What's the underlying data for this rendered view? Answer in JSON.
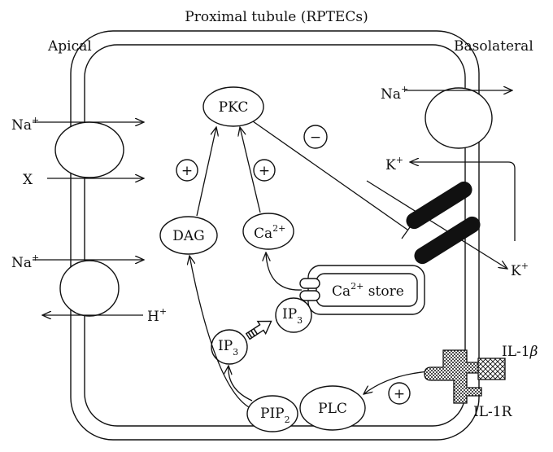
{
  "title": "Proximal tubule (RPTECs)",
  "sides": {
    "apical": "Apical",
    "basolateral": "Basolateral"
  },
  "transporters": {
    "na_top": "Na",
    "na_top_sup": "+",
    "x": "X",
    "na_bottom": "Na",
    "na_bottom_sup": "+",
    "h": "H",
    "h_sup": "+",
    "na_baso": "Na",
    "na_baso_sup": "+",
    "k_out": "K",
    "k_out_sup": "+",
    "k_in": "K",
    "k_in_sup": "+"
  },
  "nodes": {
    "pkc": "PKC",
    "dag": "DAG",
    "ca": "Ca",
    "ca_sup": "2+",
    "ca_store": "Ca",
    "ca_store_sup": "2+",
    "ca_store_suffix": " store",
    "ip3_a": "IP",
    "ip3_a_sub": "3",
    "ip3_b": "IP",
    "ip3_b_sub": "3",
    "pip2": "PIP",
    "pip2_sub": "2",
    "plc": "PLC",
    "il1b": "IL-1",
    "il1b_greek": "β",
    "il1r": "IL-1R"
  },
  "signs": {
    "plus_dag": "+",
    "plus_ca": "+",
    "minus_pkc": "−",
    "plus_il1": "+"
  }
}
